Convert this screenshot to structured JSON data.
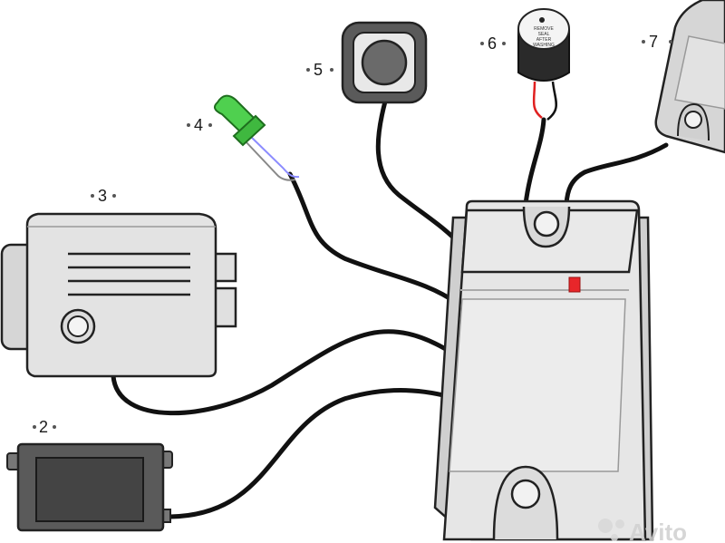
{
  "components": [
    {
      "id": "power-supply",
      "number": "2"
    },
    {
      "id": "electric-lock",
      "number": "3"
    },
    {
      "id": "led-indicator",
      "number": "4"
    },
    {
      "id": "exit-button",
      "number": "5"
    },
    {
      "id": "buzzer",
      "number": "6",
      "text": [
        "REMOVE",
        "SEAL",
        "AFTER",
        "WASHING"
      ]
    },
    {
      "id": "reader",
      "number": "7"
    }
  ],
  "colors": {
    "body_light": "#e6e6e6",
    "body_dark": "#555555",
    "led_green": "#4fd04f",
    "wire_red": "#e02020",
    "indicator_red": "#e8262a"
  },
  "watermark": "Avito"
}
